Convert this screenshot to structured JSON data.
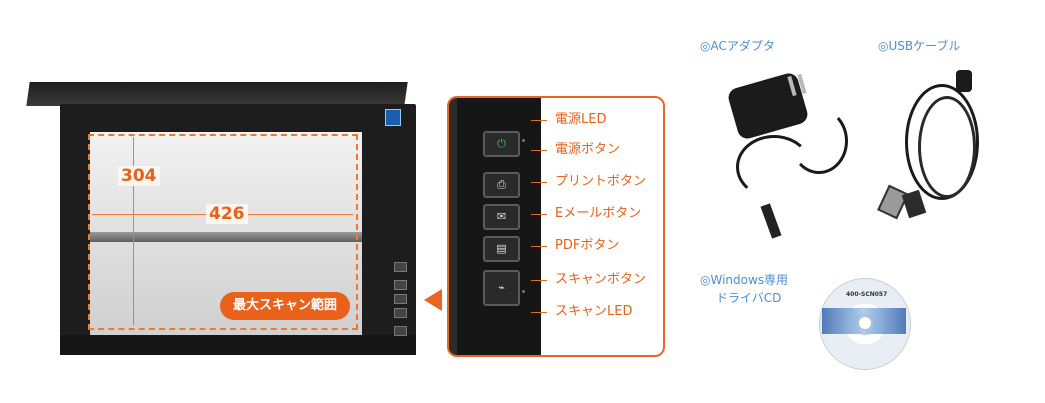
{
  "scanner": {
    "height_dim": "304",
    "width_dim": "426",
    "max_area_label": "最大スキャン範囲"
  },
  "panel": {
    "labels": [
      "電源LED",
      "電源ボタン",
      "プリントボタン",
      "Eメールボタン",
      "PDFボタン",
      "スキャンボタン",
      "スキャンLED"
    ]
  },
  "accessories": {
    "ac_adapter": "◎ACアダプタ",
    "usb_cable": "◎USBケーブル",
    "driver_cd_line1": "◎Windows専用",
    "driver_cd_line2": "ドライバCD",
    "cd_title": "400-SCN057"
  },
  "colors": {
    "accent": "#ea6424",
    "label_blue": "#4b8fd6"
  }
}
